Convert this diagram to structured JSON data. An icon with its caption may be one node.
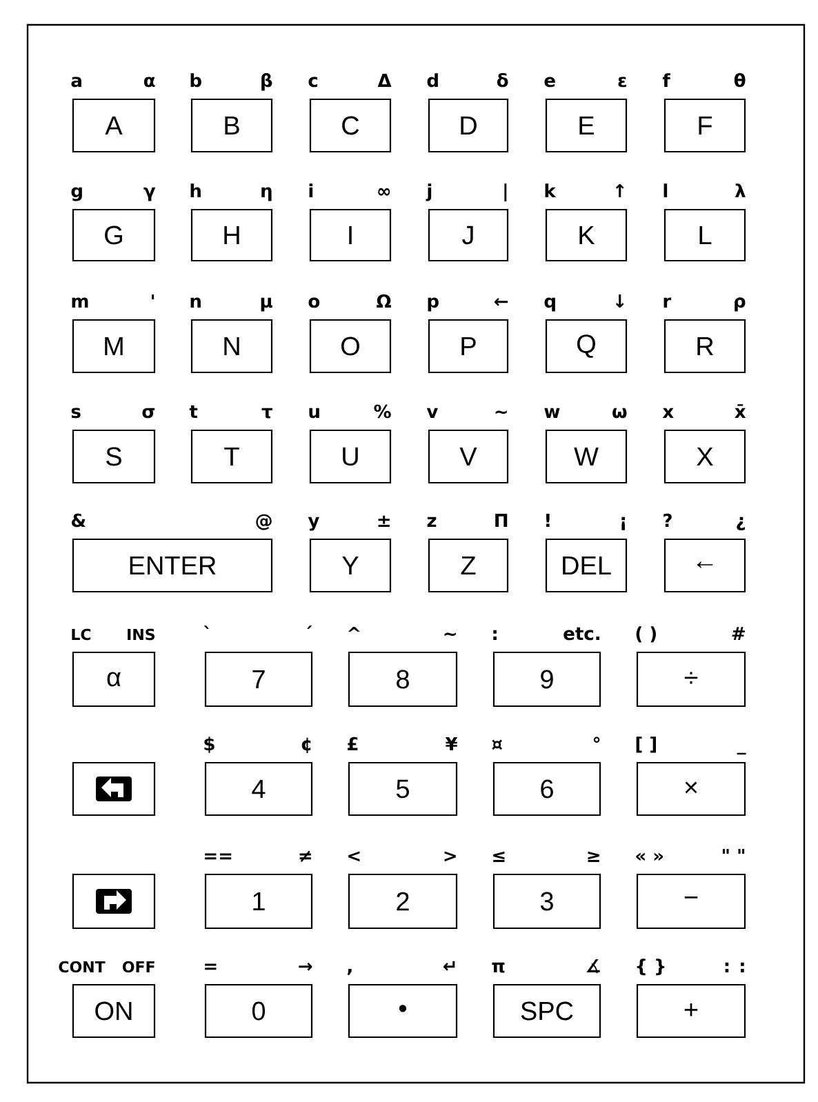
{
  "diagram": {
    "nodes": [
      {
        "text": [
          "A"
        ],
        "beside": [
          "a",
          "α"
        ]
      },
      {
        "text": [
          "B"
        ],
        "beside": [
          "b",
          "β"
        ]
      },
      {
        "text": [
          "C"
        ],
        "beside": [
          "c",
          "Δ"
        ]
      },
      {
        "text": [
          "D"
        ],
        "beside": [
          "d",
          "δ"
        ]
      },
      {
        "text": [
          "E"
        ],
        "beside": [
          "e",
          "ε"
        ]
      },
      {
        "text": [
          "F"
        ],
        "beside": [
          "f",
          "θ"
        ]
      },
      {
        "text": [
          "G"
        ],
        "beside": [
          "g",
          "γ"
        ]
      },
      {
        "text": [
          "H"
        ],
        "beside": [
          "h",
          "η"
        ]
      },
      {
        "text": [
          "I"
        ],
        "beside": [
          "i",
          "∞"
        ]
      },
      {
        "text": [
          "J"
        ],
        "beside": [
          "j",
          "|"
        ]
      },
      {
        "text": [
          "K"
        ],
        "beside": [
          "k",
          "↑"
        ]
      },
      {
        "text": [
          "L"
        ],
        "beside": [
          "l",
          "λ"
        ]
      },
      {
        "text": [
          "M"
        ],
        "beside": [
          "m",
          "'"
        ]
      },
      {
        "text": [
          "N"
        ],
        "beside": [
          "n",
          "μ"
        ]
      },
      {
        "text": [
          "O"
        ],
        "beside": [
          "o",
          "Ω"
        ]
      },
      {
        "text": [
          "P"
        ],
        "beside": [
          "p",
          "←"
        ]
      },
      {
        "text": [
          "Q"
        ],
        "beside": [
          "q",
          "↓"
        ]
      },
      {
        "text": [
          "R"
        ],
        "beside": [
          "r",
          "ρ"
        ]
      },
      {
        "text": [
          "S"
        ],
        "beside": [
          "s",
          "σ"
        ]
      },
      {
        "text": [
          "T"
        ],
        "beside": [
          "t",
          "τ"
        ]
      },
      {
        "text": [
          "U"
        ],
        "beside": [
          "u",
          "%"
        ]
      },
      {
        "text": [
          "V"
        ],
        "beside": [
          "v",
          "~"
        ]
      },
      {
        "text": [
          "W"
        ],
        "beside": [
          "w",
          "ω"
        ]
      },
      {
        "text": [
          "X"
        ],
        "beside": [
          "x",
          "x̄"
        ]
      },
      {
        "text": [
          "ENTER"
        ],
        "beside": [
          "&",
          "@"
        ]
      },
      {
        "text": [
          "Y"
        ],
        "beside": [
          "y",
          "±"
        ]
      },
      {
        "text": [
          "Z"
        ],
        "beside": [
          "z",
          "Π"
        ]
      },
      {
        "text": [
          "DEL"
        ],
        "beside": [
          "!",
          "¡"
        ]
      },
      {
        "text": [
          "←"
        ],
        "beside": [
          "?",
          "¿"
        ]
      },
      {
        "text": [
          "α"
        ],
        "beside": [
          "LC",
          "INS"
        ]
      },
      {
        "text": [
          "7"
        ],
        "beside": [
          "`",
          "´"
        ]
      },
      {
        "text": [
          "8"
        ],
        "beside": [
          "^",
          "~"
        ]
      },
      {
        "text": [
          "9"
        ],
        "beside": [
          ":",
          "etc."
        ]
      },
      {
        "text": [
          "÷"
        ],
        "beside": [
          "( )",
          "#"
        ]
      },
      {
        "text": [],
        "shape": "box"
      },
      {
        "text": [
          "4"
        ],
        "beside": [
          "$",
          "¢"
        ]
      },
      {
        "text": [
          "5"
        ],
        "beside": [
          "£",
          "¥"
        ]
      },
      {
        "text": [
          "6"
        ],
        "beside": [
          "¤",
          "°"
        ]
      },
      {
        "text": [
          "×"
        ],
        "beside": [
          "[ ]",
          "_"
        ]
      },
      {
        "text": [],
        "shape": "box"
      },
      {
        "text": [
          "1"
        ],
        "beside": [
          "==",
          "≠"
        ]
      },
      {
        "text": [
          "2"
        ],
        "beside": [
          "<",
          ">"
        ]
      },
      {
        "text": [
          "3"
        ],
        "beside": [
          "≤",
          "≥"
        ]
      },
      {
        "text": [
          "−"
        ],
        "beside": [
          "« »",
          "\" \""
        ]
      },
      {
        "text": [
          "ON"
        ],
        "beside": [
          "CONT",
          "OFF"
        ]
      },
      {
        "text": [
          "0"
        ],
        "beside": [
          "=",
          "→"
        ]
      },
      {
        "text": [
          "•"
        ],
        "beside": [
          ",",
          "↵"
        ]
      },
      {
        "text": [
          "SPC"
        ],
        "beside": [
          "π",
          "∡"
        ]
      },
      {
        "text": [
          "+"
        ],
        "beside": [
          "{ }",
          ": :"
        ]
      }
    ]
  }
}
